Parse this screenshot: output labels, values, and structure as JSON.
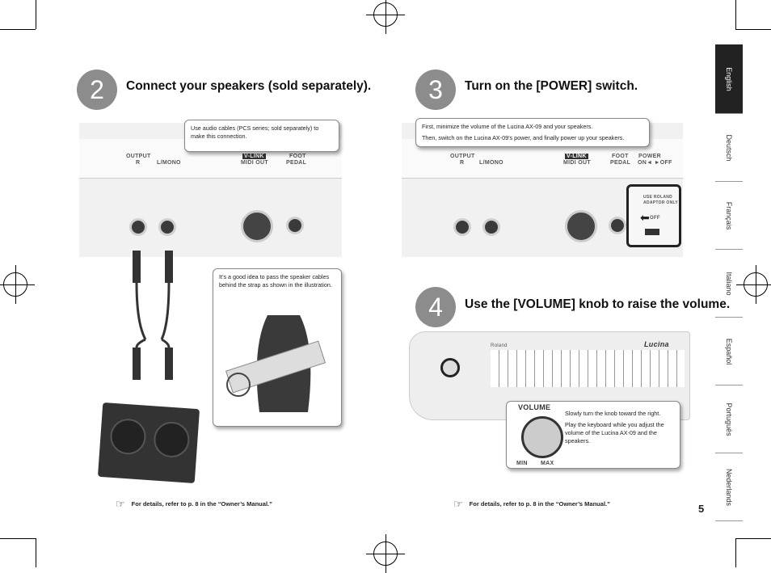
{
  "steps": [
    {
      "number": "2",
      "title": "Connect your speakers (sold separately).",
      "callouts": [
        "Use audio cables (PCS series; sold separately) to make this connection.",
        "It’s a good idea to pass the speaker cables behind the strap as shown in the illustration."
      ]
    },
    {
      "number": "3",
      "title": "Turn on the [POWER] switch.",
      "callouts": [
        "First, minimize the volume of the Lucina AX-09 and your speakers.",
        "Then, switch on the Lucina AX-09’s power, and finally power up your speakers."
      ]
    },
    {
      "number": "4",
      "title": "Use the [VOLUME] knob to raise the volume.",
      "callouts": [
        "Slowly turn the knob toward the right.",
        "Play the keyboard while you adjust the volume of the Lucina AX-09 and the speakers."
      ]
    }
  ],
  "panel_labels": {
    "output": "OUTPUT",
    "r": "R",
    "lmono": "L/MONO",
    "vlink": "V-LINK",
    "midi_out": "MIDI OUT",
    "foot": "FOOT",
    "pedal": "PEDAL",
    "power": "POWER",
    "on_off": "ON◄ ►OFF",
    "use_roland": "USE ROLAND",
    "adaptor_only": "ADAPTOR ONLY",
    "off": "OFF",
    "volume": "VOLUME",
    "min": "MIN",
    "max": "MAX",
    "roland": "Roland",
    "lucina": "Lucina"
  },
  "footnotes": [
    "For details, refer to p. 8 in the “Owner’s Manual.”",
    "For details, refer to p. 8 in the “Owner’s Manual.”"
  ],
  "languages": [
    "English",
    "Deutsch",
    "Français",
    "Italiano",
    "Español",
    "Português",
    "Nederlands"
  ],
  "active_language": "English",
  "page_number": "5",
  "colors": {
    "step_circle": "#8c8c8c",
    "active_tab": "#222222",
    "panel": "#f1f1f1"
  }
}
